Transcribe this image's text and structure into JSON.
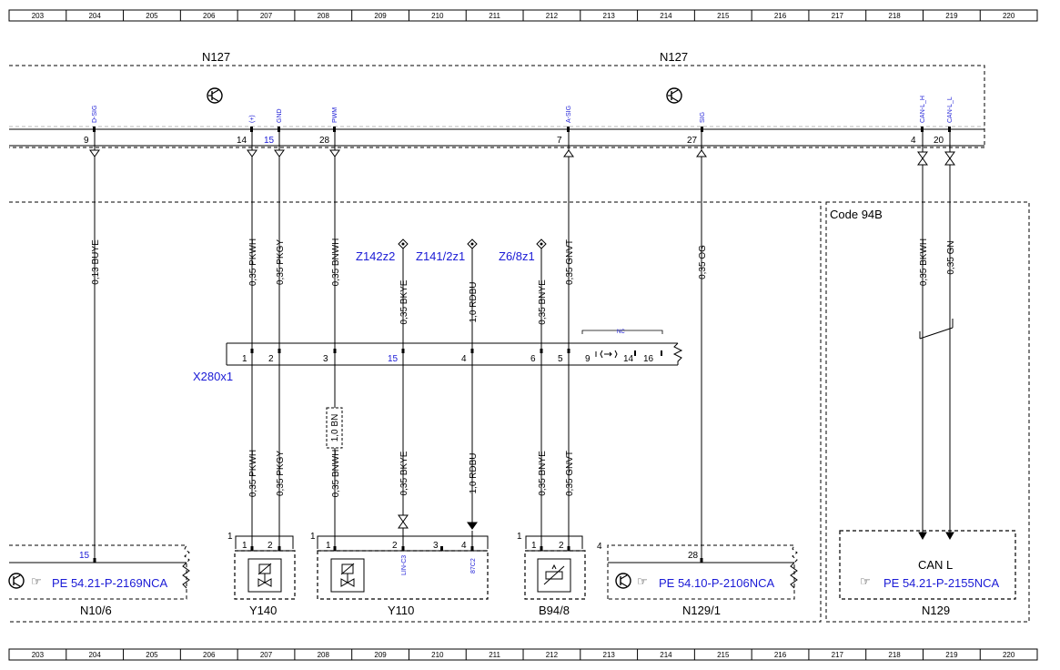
{
  "ruler": [
    "203",
    "204",
    "205",
    "206",
    "207",
    "208",
    "209",
    "210",
    "211",
    "212",
    "213",
    "214",
    "215",
    "216",
    "217",
    "218",
    "219",
    "220"
  ],
  "module": {
    "left_label": "N127",
    "right_label": "N127",
    "pins": [
      {
        "num": "9",
        "sig": "D-SIG"
      },
      {
        "num": "14",
        "sig": "(+)"
      },
      {
        "num": "15",
        "sig": "GND"
      },
      {
        "num": "28",
        "sig": "PWM"
      },
      {
        "num": "7",
        "sig": "A-SIG"
      },
      {
        "num": "27",
        "sig": "SIG"
      },
      {
        "num": "4",
        "sig": "CAN-L_H"
      },
      {
        "num": "20",
        "sig": "CAN-L_L"
      }
    ]
  },
  "code_label": "Code 94B",
  "wires_upper": [
    "0,13 BUYE",
    "0,35 PKWH",
    "0,35 PKGY",
    "0,35 BNWH",
    "0,35 BKYE",
    "1,0 RDBU",
    "0,35 BNYE",
    "0,35 GNVT",
    "0,35 OG",
    "0,35 BKWH",
    "0,35 GN"
  ],
  "wires_lower": [
    "0,35 PKWH",
    "0,35 PKGY",
    "0,35 BNWH",
    "0,35 BKYE",
    "1,0 RDBU",
    "0,35 BNYE",
    "0,35 GNVT"
  ],
  "splices": [
    "Z142z2",
    "Z141/2z1",
    "Z6/8z1"
  ],
  "connector": {
    "name": "X280x1",
    "pins": [
      "1",
      "2",
      "3",
      "15",
      "4",
      "6",
      "5",
      "9",
      "14",
      "16"
    ],
    "nc": "NC"
  },
  "bn_label": "1,0 BN",
  "components": {
    "n10_6": {
      "pin": "15",
      "ref": "PE 54.21-P-2169NCA",
      "name": "N10/6"
    },
    "y140": {
      "num": "1",
      "pins": [
        "1",
        "2"
      ],
      "name": "Y140"
    },
    "y110": {
      "num": "1",
      "pins": [
        "1",
        "2",
        "3",
        "4"
      ],
      "sigs": [
        "LIN-C3",
        "87C2"
      ],
      "name": "Y110"
    },
    "b94_8": {
      "num": "1",
      "pins": [
        "1",
        "2"
      ],
      "name": "B94/8"
    },
    "n129_1": {
      "num": "4",
      "pin": "28",
      "ref": "PE 54.10-P-2106NCA",
      "name": "N129/1"
    },
    "n129": {
      "title": "CAN L",
      "ref": "PE 54.21-P-2155NCA",
      "name": "N129"
    }
  }
}
